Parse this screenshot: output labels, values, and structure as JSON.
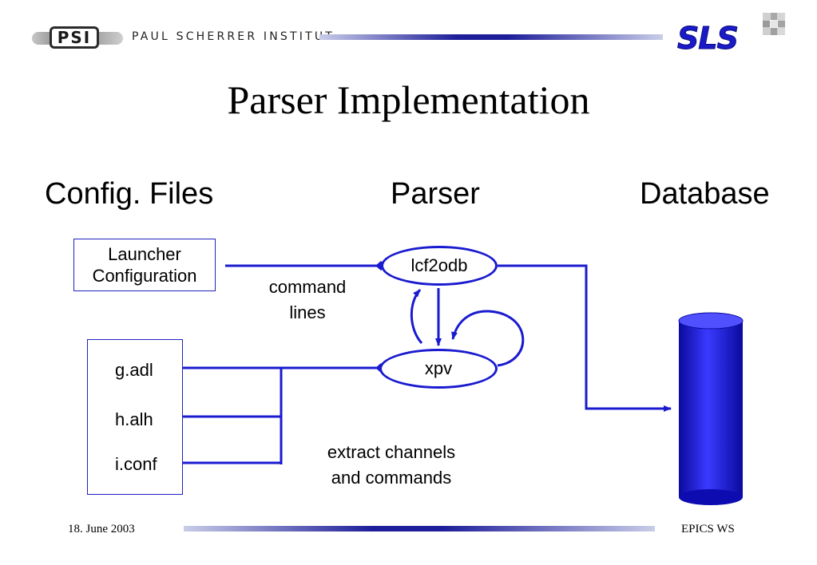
{
  "header": {
    "logo_text": "PSI",
    "institute": "PAUL SCHERRER INSTITUT",
    "sls_logo": "SLS"
  },
  "title": "Parser Implementation",
  "columns": {
    "config": "Config. Files",
    "parser": "Parser",
    "database": "Database"
  },
  "nodes": {
    "launcher": {
      "line1": "Launcher",
      "line2": "Configuration"
    },
    "files": [
      "g.adl",
      "h.alh",
      "i.conf"
    ],
    "lcf2odb": "lcf2odb",
    "xpv": "xpv"
  },
  "annotations": {
    "command_lines": {
      "line1": "command",
      "line2": "lines"
    },
    "extract": {
      "line1": "extract channels",
      "line2": "and commands"
    }
  },
  "footer": {
    "date": "18. June 2003",
    "event": "EPICS WS"
  },
  "colors": {
    "line": "#1a1ad0",
    "database": "#1515e0"
  }
}
